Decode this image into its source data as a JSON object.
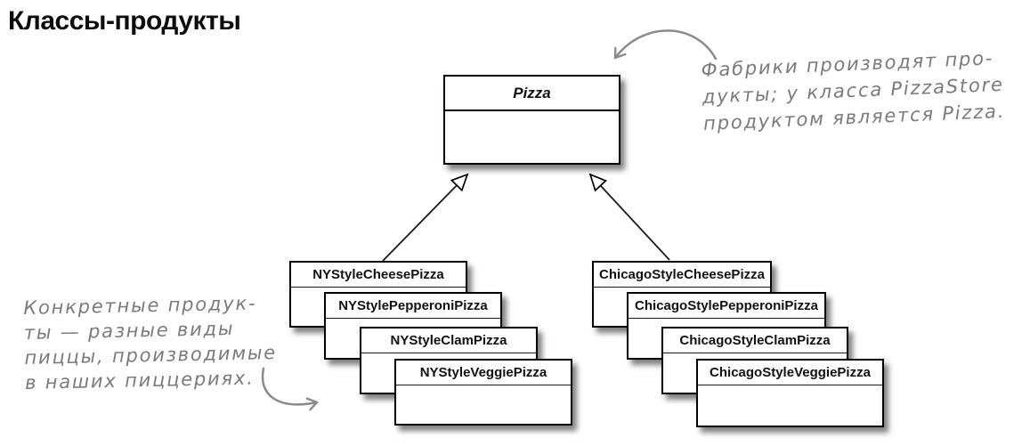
{
  "page": {
    "title": "Классы-продукты"
  },
  "diagram": {
    "parent_class": {
      "name": "Pizza"
    },
    "ny_stack": [
      "NYStyleCheesePizza",
      "NYStylePepperoniPizza",
      "NYStyleClamPizza",
      "NYStyleVeggiePizza"
    ],
    "chicago_stack": [
      "ChicagoStyleCheesePizza",
      "ChicagoStylePepperoniPizza",
      "ChicagoStyleClamPizza",
      "ChicagoStyleVeggiePizza"
    ],
    "relationship": "inheritance"
  },
  "annotations": {
    "factory_note": {
      "lines": [
        "Фабрики производят про-",
        "дукты; у класса PizzaStore",
        "продуктом является Pizza."
      ]
    },
    "concrete_note": {
      "lines": [
        "Конкретные продук-",
        "ты — разные виды",
        "пиццы, производимые",
        "в наших пиццериях."
      ]
    }
  },
  "colors": {
    "background": "#ffffff",
    "box_fill": "#ffffff",
    "box_border": "#000000",
    "class_text": "#111111",
    "annotation_gray": "#7a7a7a",
    "arrow_gray": "#8a8a8a",
    "line_black": "#1a1a1a"
  }
}
